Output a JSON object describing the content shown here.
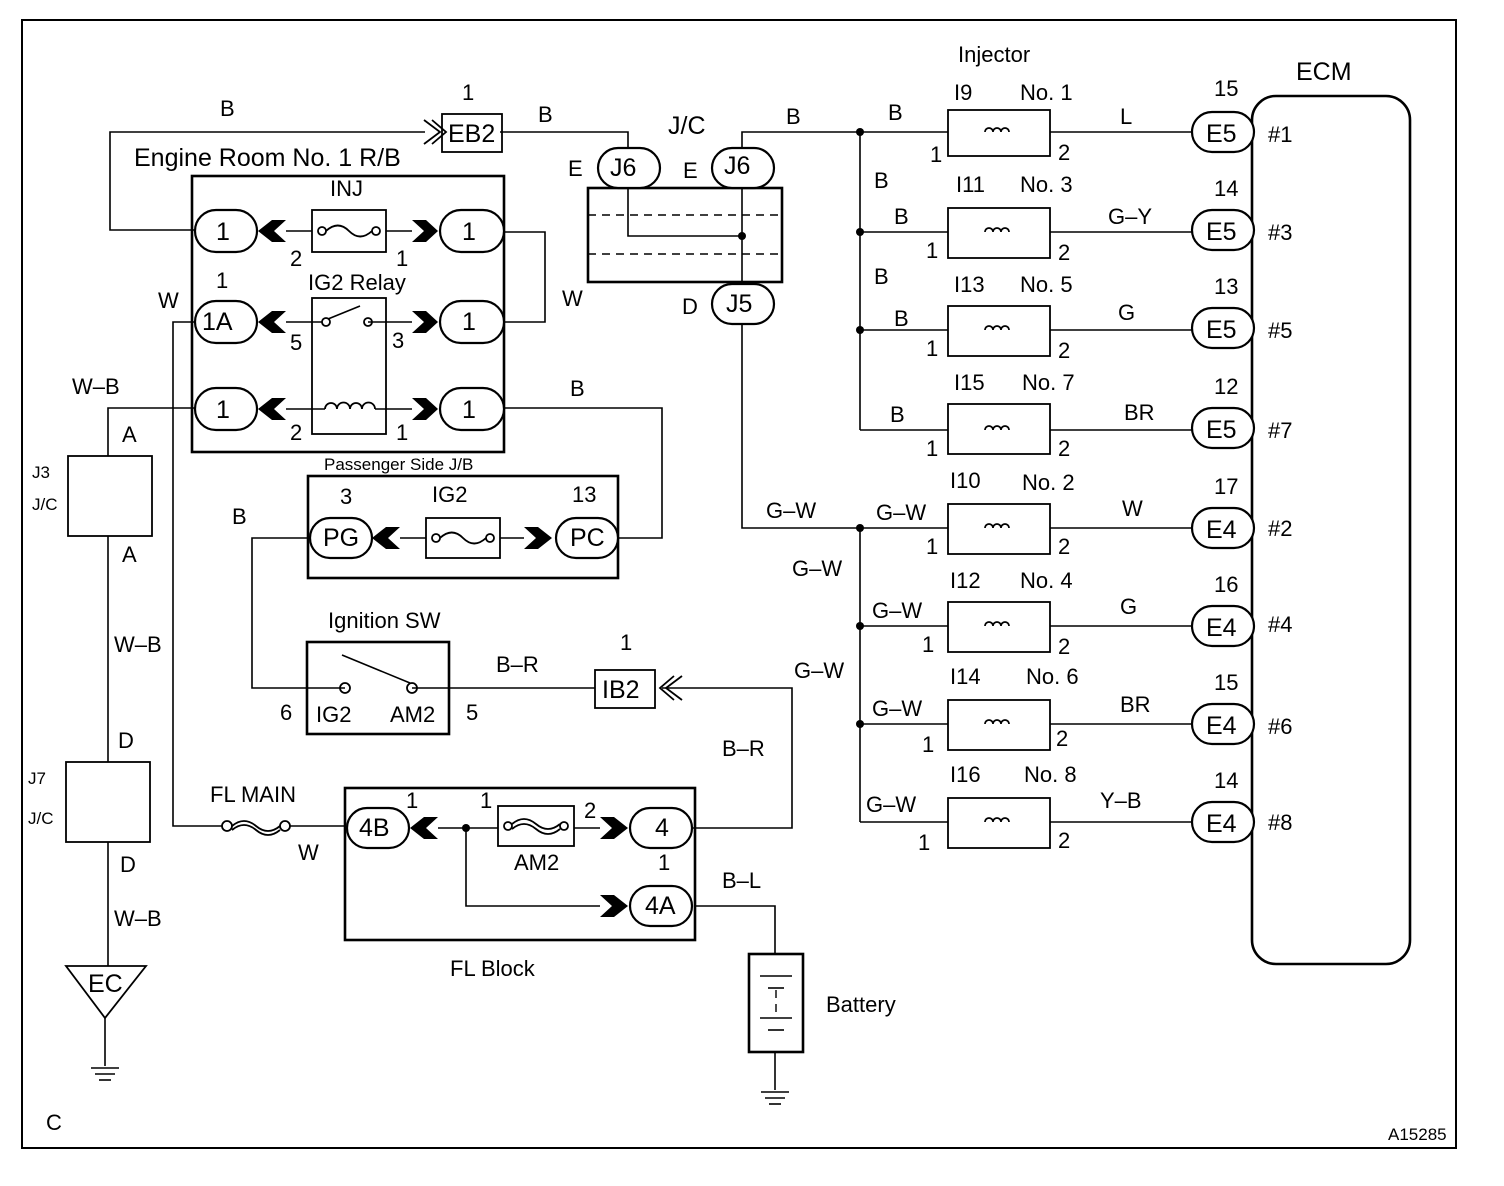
{
  "diagram": {
    "frame_corner_label": "C",
    "figure_code": "A15285",
    "injector_title": "Injector",
    "ecm_label": "ECM",
    "jc_label": "J/C",
    "eb2_label": "EB2",
    "eb2_pin": "1",
    "engine_room_rb": {
      "title": "Engine Room No. 1 R/B",
      "inj_fuse": "INJ",
      "ig2_relay": "IG2 Relay",
      "conn_1": "1",
      "conn_1a": "1A",
      "pin_1": "1",
      "pin_2": "2",
      "pin_3": "3",
      "pin_5": "5"
    },
    "jc_connectors": {
      "j6": "J6",
      "j5": "J5",
      "e": "E",
      "d": "D"
    },
    "passenger_jb": {
      "title": "Passenger Side J/B",
      "fuse": "IG2",
      "pg": "PG",
      "pc": "PC",
      "pg_pin": "3",
      "pc_pin": "13"
    },
    "ignition_sw": {
      "title": "Ignition SW",
      "ig2": "IG2",
      "am2": "AM2",
      "pin_6": "6",
      "pin_5": "5"
    },
    "ib2": {
      "label": "IB2",
      "pin": "1"
    },
    "fl_main": "FL MAIN",
    "fl_block": {
      "title": "FL Block",
      "c4b": "4B",
      "c4": "4",
      "c4a": "4A",
      "am2": "AM2",
      "pin_1": "1",
      "pin_2": "2"
    },
    "battery": "Battery",
    "j3": {
      "name": "J3",
      "type": "J/C",
      "pin": "A"
    },
    "j7": {
      "name": "J7",
      "type": "J/C",
      "pin": "D"
    },
    "ground": "EC",
    "wires": {
      "b": "B",
      "w": "W",
      "wb": "W–B",
      "gw": "G–W",
      "br_red": "B–R",
      "bl": "B–L"
    },
    "injectors": [
      {
        "id": "I9",
        "no": "No. 1",
        "color": "L",
        "ecm_conn": "E5",
        "pin": "15",
        "ecm_term": "#1",
        "in_wire": "B",
        "p1": "1",
        "p2": "2"
      },
      {
        "id": "I11",
        "no": "No. 3",
        "color": "G–Y",
        "ecm_conn": "E5",
        "pin": "14",
        "ecm_term": "#3",
        "in_wire": "B",
        "p1": "1",
        "p2": "2"
      },
      {
        "id": "I13",
        "no": "No. 5",
        "color": "G",
        "ecm_conn": "E5",
        "pin": "13",
        "ecm_term": "#5",
        "in_wire": "B",
        "p1": "1",
        "p2": "2"
      },
      {
        "id": "I15",
        "no": "No. 7",
        "color": "BR",
        "ecm_conn": "E5",
        "pin": "12",
        "ecm_term": "#7",
        "in_wire": "B",
        "p1": "1",
        "p2": "2"
      },
      {
        "id": "I10",
        "no": "No. 2",
        "color": "W",
        "ecm_conn": "E4",
        "pin": "17",
        "ecm_term": "#2",
        "in_wire": "G–W",
        "p1": "1",
        "p2": "2"
      },
      {
        "id": "I12",
        "no": "No. 4",
        "color": "G",
        "ecm_conn": "E4",
        "pin": "16",
        "ecm_term": "#4",
        "in_wire": "G–W",
        "p1": "1",
        "p2": "2"
      },
      {
        "id": "I14",
        "no": "No. 6",
        "color": "BR",
        "ecm_conn": "E4",
        "pin": "15",
        "ecm_term": "#6",
        "in_wire": "G–W",
        "p1": "1",
        "p2": "2"
      },
      {
        "id": "I16",
        "no": "No. 8",
        "color": "Y–B",
        "ecm_conn": "E4",
        "pin": "14",
        "ecm_term": "#8",
        "in_wire": "G–W",
        "p1": "1",
        "p2": "2"
      }
    ]
  }
}
